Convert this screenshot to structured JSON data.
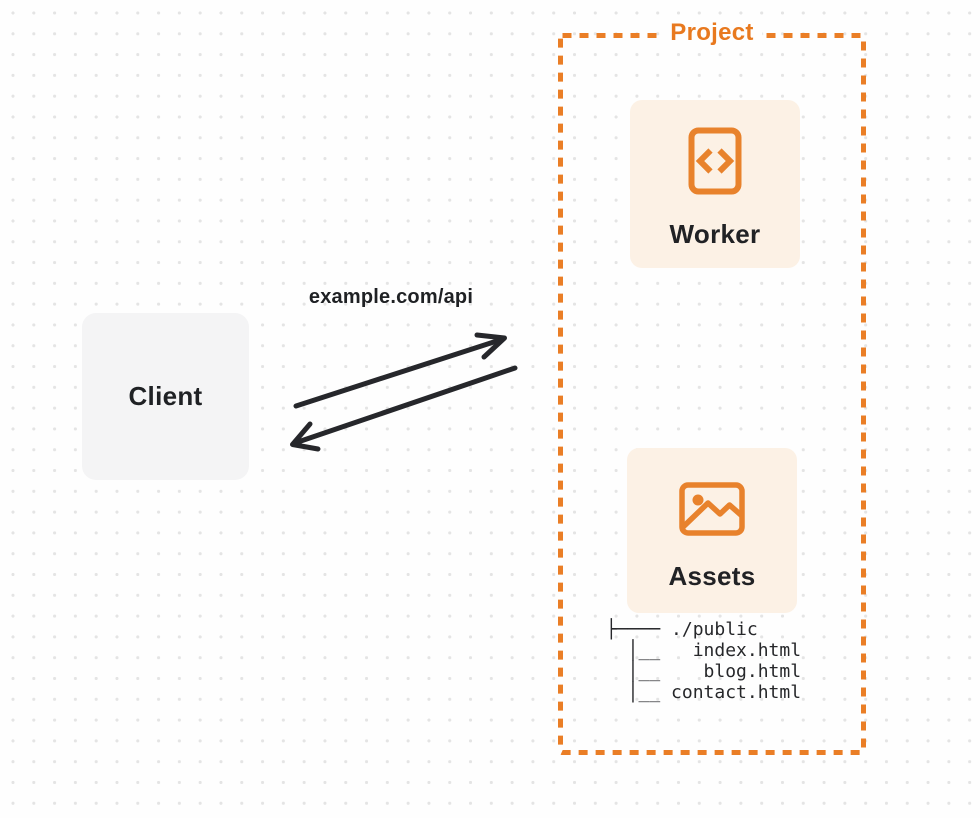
{
  "colors": {
    "accent_orange": "#EA7E26",
    "project_label_orange": "#E8791F",
    "card_cream": "#FCF1E5",
    "client_gray": "#F4F4F5",
    "arrow_dark": "#26272B",
    "dot_grid_gray": "#E4E4E4"
  },
  "client": {
    "label": "Client"
  },
  "request": {
    "label": "example.com/api"
  },
  "project": {
    "label": "Project",
    "nodes": {
      "worker": {
        "label": "Worker",
        "icon": "code-document-icon"
      },
      "assets": {
        "label": "Assets",
        "icon": "image-icon"
      }
    },
    "file_tree": {
      "text": "├──── ./public\n  │__   index.html\n  │__    blog.html\n  │__ contact.html"
    }
  }
}
